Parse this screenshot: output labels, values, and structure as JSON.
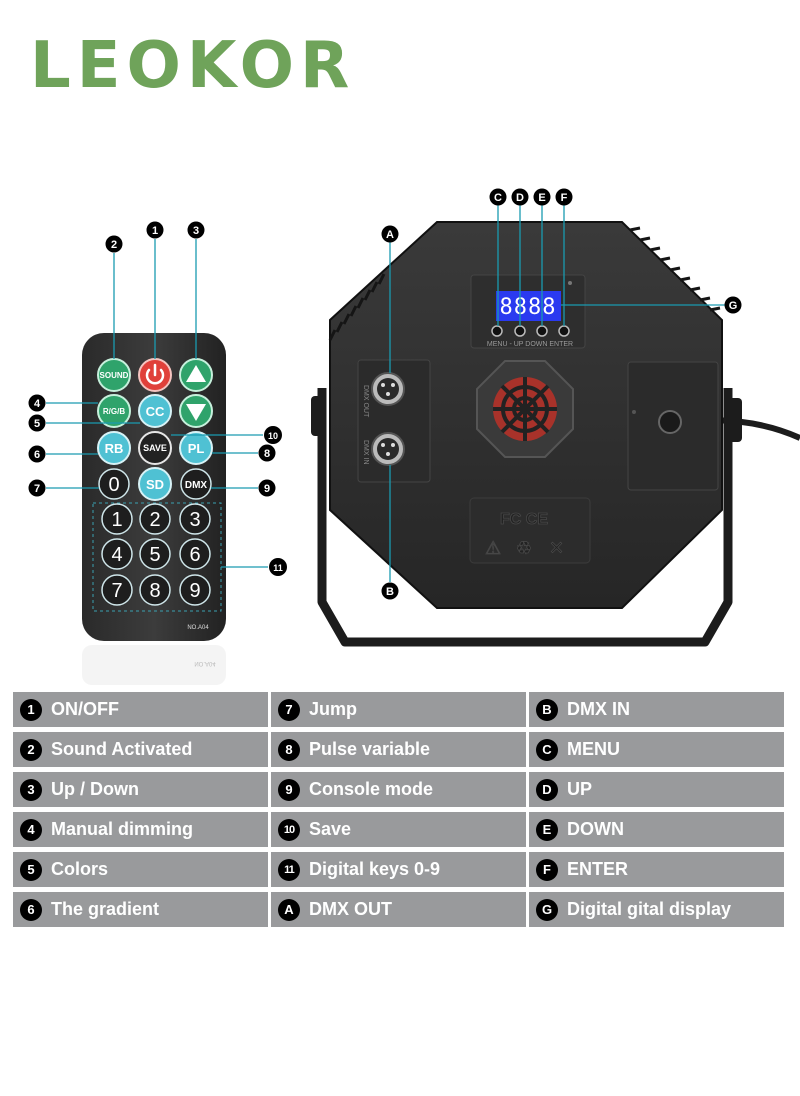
{
  "brand": {
    "logo_text": "LEOKOR",
    "color": "#6fa35a"
  },
  "remote": {
    "buttons": {
      "sound": "SOUND",
      "rgb": "R/G/B",
      "cc": "CC",
      "rb": "RB",
      "save": "SAVE",
      "pl": "PL",
      "zero": "0",
      "sd": "SD",
      "dmx": "DMX"
    },
    "digits": [
      "1",
      "2",
      "3",
      "4",
      "5",
      "6",
      "7",
      "8",
      "9"
    ],
    "model": "NO.A04"
  },
  "device": {
    "buttons": [
      "MENU",
      "UP",
      "DOWN",
      "ENTER"
    ],
    "buttons_caption": "MENU - UP DOWN ENTER",
    "display_text": "8888",
    "dmx_label_top": "DMX OUT",
    "dmx_label_bottom": "DMX IN",
    "certifications": "FC CE"
  },
  "callouts": [
    {
      "id": "2",
      "target": "sound"
    },
    {
      "id": "1",
      "target": "power"
    },
    {
      "id": "3",
      "target": "up"
    },
    {
      "id": "4",
      "target": "rgb"
    },
    {
      "id": "5",
      "target": "cc"
    },
    {
      "id": "6",
      "target": "rb"
    },
    {
      "id": "10",
      "target": "save"
    },
    {
      "id": "8",
      "target": "pl"
    },
    {
      "id": "7",
      "target": "zero"
    },
    {
      "id": "9",
      "target": "dmx"
    },
    {
      "id": "11",
      "target": "digits"
    },
    {
      "id": "A",
      "target": "dmx-out"
    },
    {
      "id": "B",
      "target": "dmx-in"
    },
    {
      "id": "C",
      "target": "menu"
    },
    {
      "id": "D",
      "target": "up-key"
    },
    {
      "id": "E",
      "target": "down-key"
    },
    {
      "id": "F",
      "target": "enter"
    },
    {
      "id": "G",
      "target": "display"
    }
  ],
  "legend": [
    [
      {
        "badge": "1",
        "label": "ON/OFF"
      },
      {
        "badge": "2",
        "label": "Sound Activated"
      },
      {
        "badge": "3",
        "label": "Up / Down"
      },
      {
        "badge": "4",
        "label": "Manual dimming"
      },
      {
        "badge": "5",
        "label": "Colors"
      },
      {
        "badge": "6",
        "label": "The gradient"
      }
    ],
    [
      {
        "badge": "7",
        "label": "Jump"
      },
      {
        "badge": "8",
        "label": "Pulse variable"
      },
      {
        "badge": "9",
        "label": "Console mode"
      },
      {
        "badge": "10",
        "label": "Save"
      },
      {
        "badge": "11",
        "label": "Digital keys 0-9"
      },
      {
        "badge": "A",
        "label": "DMX OUT"
      }
    ],
    [
      {
        "badge": "B",
        "label": "DMX IN"
      },
      {
        "badge": "C",
        "label": "MENU"
      },
      {
        "badge": "D",
        "label": "UP"
      },
      {
        "badge": "E",
        "label": "DOWN"
      },
      {
        "badge": "F",
        "label": "ENTER"
      },
      {
        "badge": "G",
        "label": "Digital gital display"
      }
    ]
  ],
  "colors": {
    "legend_bg": "#999a9c",
    "button_green": "#2fa36b",
    "button_red": "#e0403a",
    "button_teal": "#4fc1d3",
    "callout_line": "#1a9ab0"
  }
}
